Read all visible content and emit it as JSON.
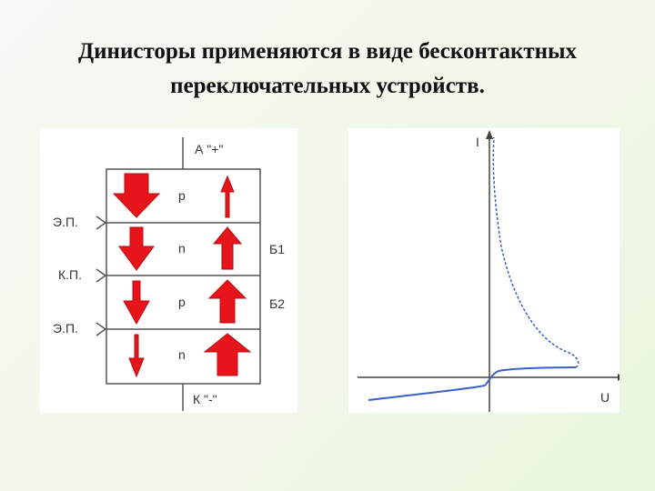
{
  "title": {
    "line1": "Динисторы   применяются в виде бесконтактных",
    "line2": "переключательных устройств."
  },
  "structure": {
    "anode_label": "А \"+\"",
    "cathode_label": "К \"-\"",
    "layers": [
      "p",
      "n",
      "p",
      "n"
    ],
    "junction_labels": [
      "Э.П.",
      "К.П.",
      "Э.П."
    ],
    "base_labels": [
      "Б1",
      "Б2"
    ],
    "arrow_color": "#e8141b"
  },
  "graph": {
    "y_axis_label": "I",
    "x_axis_label": "U",
    "curve_color": "#3a5fc6"
  }
}
